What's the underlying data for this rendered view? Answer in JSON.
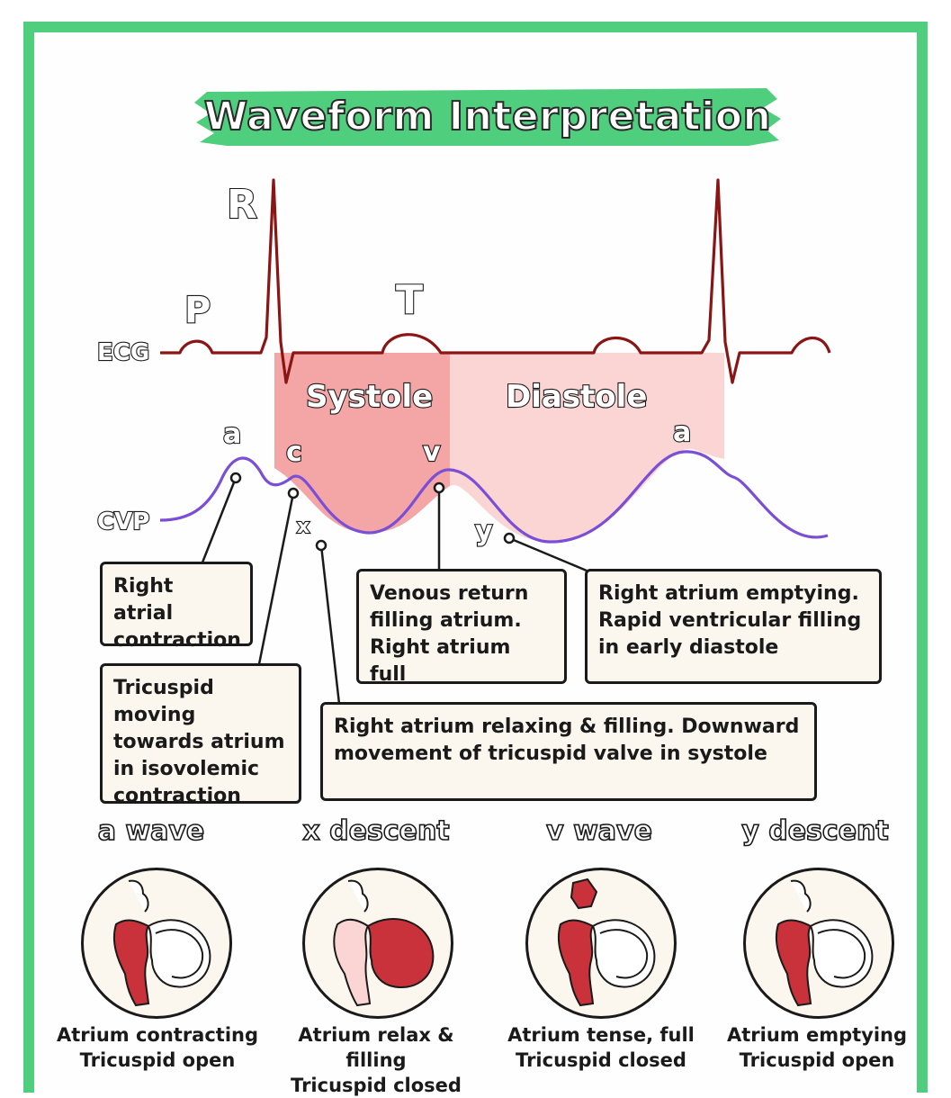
{
  "title": "Waveform Interpretation",
  "ecg_label": "ECG",
  "cvp_label": "CVP",
  "ecg_waves": {
    "p": "P",
    "r": "R",
    "t": "T"
  },
  "phases": {
    "systole": "Systole",
    "diastole": "Diastole"
  },
  "cvp_points": {
    "a1": "a",
    "c": "c",
    "x": "x",
    "v": "v",
    "y": "y",
    "a2": "a"
  },
  "annotations": [
    {
      "id": "a",
      "text": "Right atrial\ncontraction"
    },
    {
      "id": "c",
      "text": "Tricuspid moving\ntowards atrium\nin isovolemic\ncontraction"
    },
    {
      "id": "v",
      "text": "Venous return\nfilling atrium.\nRight atrium full"
    },
    {
      "id": "y",
      "text": "Right atrium emptying.\nRapid ventricular filling\nin early diastole"
    },
    {
      "id": "x",
      "text": "Right atrium relaxing & filling. Downward\nmovement of tricuspid valve in systole"
    }
  ],
  "waves": [
    {
      "title": "a wave",
      "caption1": "Atrium contracting",
      "caption2": "Tricuspid open"
    },
    {
      "title": "x descent",
      "caption1": "Atrium relax & filling",
      "caption2": "Tricuspid closed"
    },
    {
      "title": "v wave",
      "caption1": "Atrium tense, full",
      "caption2": "Tricuspid closed"
    },
    {
      "title": "y descent",
      "caption1": "Atrium emptying",
      "caption2": "Tricuspid open"
    }
  ],
  "colors": {
    "frame": "#4fcf7e",
    "ecg": "#8b1515",
    "cvp": "#7a4fd6",
    "systole": "#f4a6a6",
    "diastole": "#fbd4d4",
    "heart_red": "#c9323a"
  }
}
